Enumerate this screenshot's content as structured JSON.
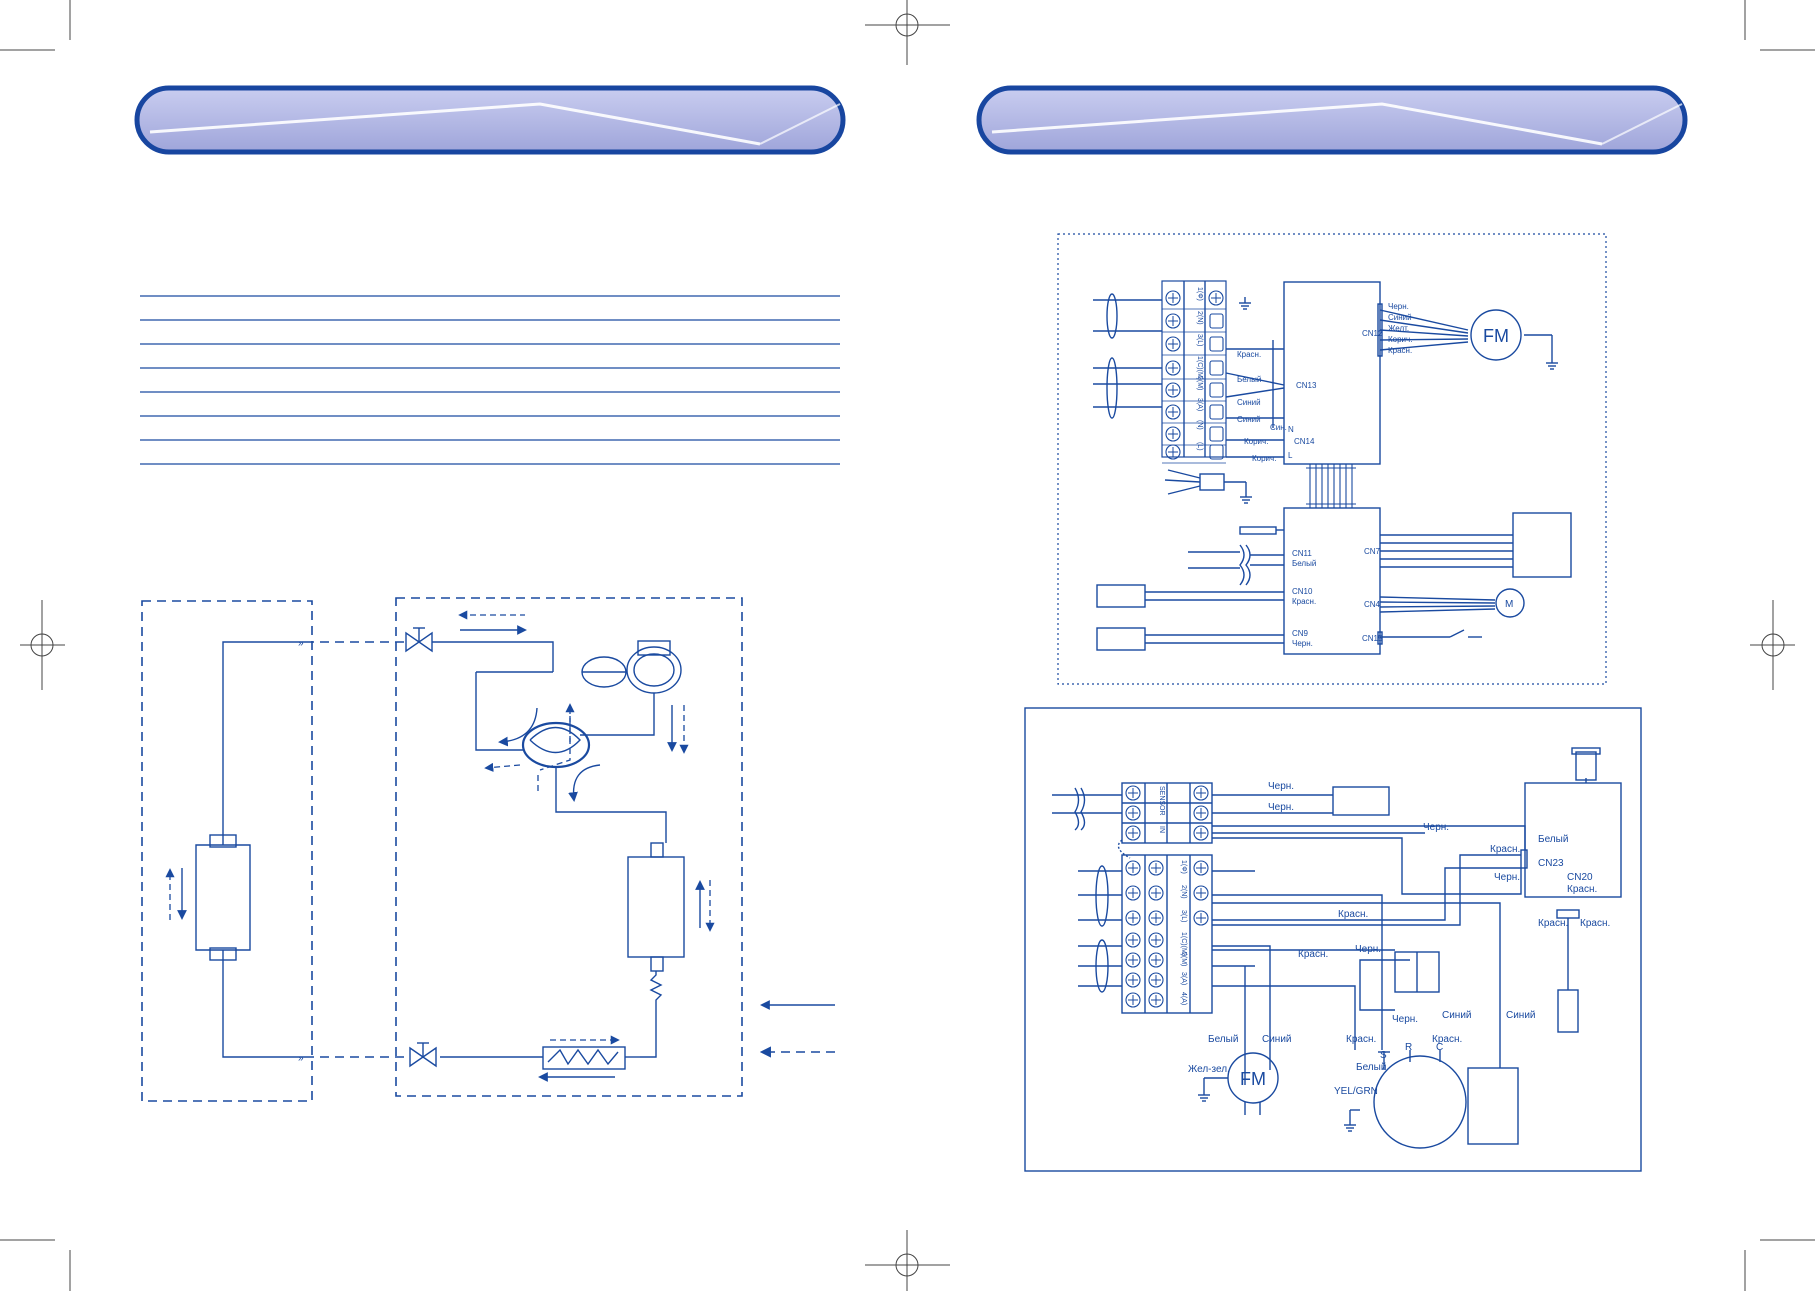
{
  "indoor_wiring": {
    "connectors": [
      "CN12",
      "CN13",
      "CN14",
      "CN11",
      "CN10",
      "CN9",
      "CN7",
      "CN4",
      "CN15"
    ],
    "fan_motor_label": "FM",
    "motor_label": "M",
    "fm_wires": [
      "Черн.",
      "Синий",
      "Желт.",
      "Корич.",
      "Красн."
    ],
    "terminal_wires": [
      "Красн.",
      "Белый",
      "Синий",
      "Синий",
      "Корич.",
      "Корич."
    ],
    "sin_label": "Син.",
    "n_label": "N",
    "l_label": "L",
    "cn11_color": "Белый",
    "cn10_color": "Красн.",
    "cn9_color": "Черн.",
    "terminals": [
      "1(Ф)",
      "2(N)",
      "3(L)",
      "1(C)(M)",
      "2(M)",
      "3(A)",
      "(N)",
      "(L)"
    ]
  },
  "outdoor_wiring": {
    "sensor_terminals": [
      "SENSOR",
      "IN"
    ],
    "terminals": [
      "1(Ф)",
      "2(N)",
      "3(L)",
      "1(C)(M)",
      "2(M)",
      "3(A)",
      "4(A)"
    ],
    "wire_labels": [
      "Черн.",
      "Черн.",
      "Черн.",
      "Красн.",
      "Черн.",
      "Красн.",
      "Красн.",
      "Черн.",
      "Красн.",
      "Черн.",
      "Синий",
      "Синий",
      "Красн.",
      "Белый",
      "Синий",
      "Белый",
      "Жел-зел.",
      "Белый",
      "Красн.",
      "Красн.",
      "Красн."
    ],
    "cn23": "CN23",
    "cn20": "CN20",
    "cn20_color": "Красн.",
    "cn23_color": "Белый",
    "fan_motor_label": "FM",
    "compressor_pins": [
      "S",
      "R",
      "C"
    ],
    "yel_grn": "YEL/GRN"
  }
}
